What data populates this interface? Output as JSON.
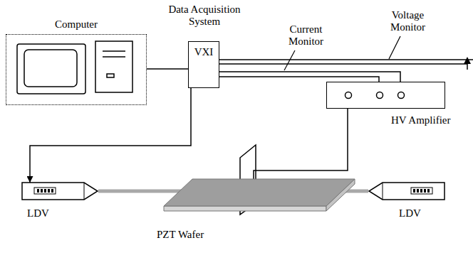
{
  "diagram": {
    "nodes": [
      {
        "text": [
          "Computer"
        ]
      },
      {
        "text": [
          "Data Acquisition System",
          "VXI"
        ]
      },
      {
        "text": [
          "HV Amplifier"
        ]
      },
      {
        "text": [
          "LDV"
        ]
      },
      {
        "text": [
          "PZT Wafer"
        ]
      },
      {
        "text": [
          "LDV"
        ]
      }
    ],
    "edges": [
      {
        "from": 0,
        "to": 1,
        "arrow": "none"
      },
      {
        "from": 1,
        "to": 2,
        "arrow": "to"
      },
      {
        "from": 1,
        "to": 2,
        "arrow": "to"
      },
      {
        "from": 4,
        "to": 2,
        "arrow": "to"
      },
      {
        "from": 1,
        "to": 3,
        "arrow": "to"
      },
      {
        "from": 3,
        "to": 4,
        "arrow": "none"
      },
      {
        "from": 5,
        "to": 4,
        "arrow": "none"
      }
    ],
    "labels": [
      "Current Monitor",
      "Voltage Monitor"
    ]
  }
}
